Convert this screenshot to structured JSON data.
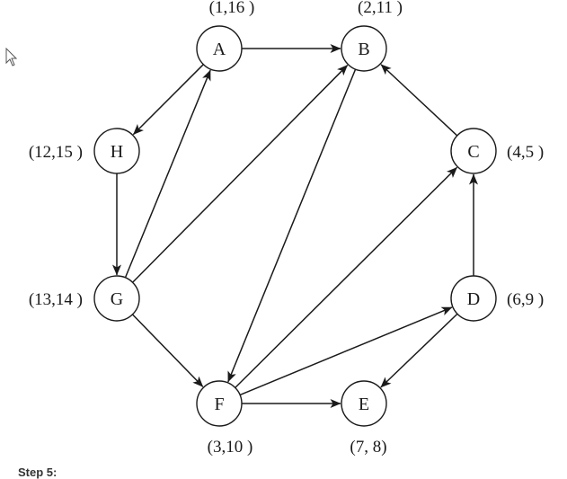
{
  "nodes": [
    {
      "id": "A",
      "label": "A",
      "time": "(1,16 )"
    },
    {
      "id": "B",
      "label": "B",
      "time": "(2,11 )"
    },
    {
      "id": "C",
      "label": "C",
      "time": "(4,5 )"
    },
    {
      "id": "D",
      "label": "D",
      "time": "(6,9 )"
    },
    {
      "id": "E",
      "label": "E",
      "time": "(7, 8)"
    },
    {
      "id": "F",
      "label": "F",
      "time": "(3,10 )"
    },
    {
      "id": "G",
      "label": "G",
      "time": "(13,14 )"
    },
    {
      "id": "H",
      "label": "H",
      "time": "(12,15 )"
    }
  ],
  "edges": [
    {
      "from": "A",
      "to": "B"
    },
    {
      "from": "A",
      "to": "H"
    },
    {
      "from": "H",
      "to": "G"
    },
    {
      "from": "G",
      "to": "A"
    },
    {
      "from": "G",
      "to": "B"
    },
    {
      "from": "G",
      "to": "F"
    },
    {
      "from": "B",
      "to": "F"
    },
    {
      "from": "F",
      "to": "E"
    },
    {
      "from": "F",
      "to": "C"
    },
    {
      "from": "F",
      "to": "D"
    },
    {
      "from": "C",
      "to": "B"
    },
    {
      "from": "D",
      "to": "C"
    },
    {
      "from": "D",
      "to": "E"
    }
  ],
  "caption": {
    "step_label": "Step 5:"
  },
  "icons": {
    "cursor": "mouse-pointer-icon"
  },
  "colors": {
    "stroke": "#1a1a1a",
    "background": "#ffffff"
  }
}
